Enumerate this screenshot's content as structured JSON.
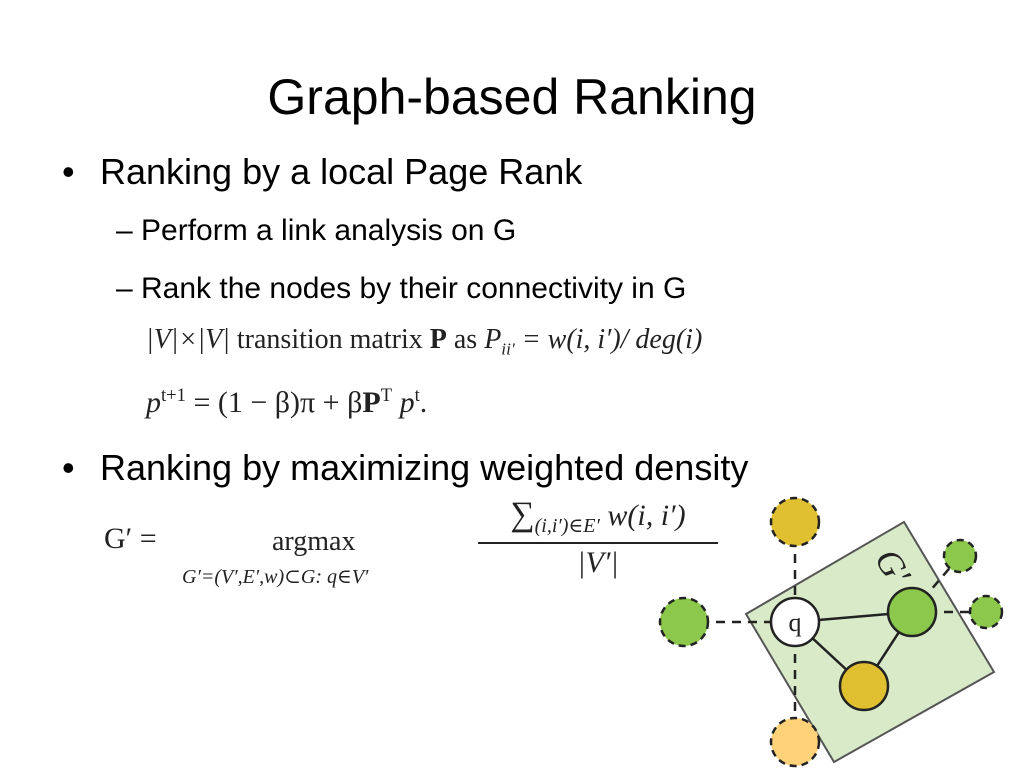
{
  "slide": {
    "title": "Graph-based Ranking",
    "bullets": [
      "Ranking by a local Page Rank",
      "Ranking by maximizing weighted density"
    ],
    "sub_bullets": [
      "– Perform a link analysis on G",
      "– Rank the nodes by their connectivity in G"
    ],
    "bullet_glyph": "•",
    "formula1": {
      "v1": "|V|×|V|",
      "text": "transition matrix",
      "P": "P",
      "as": "as",
      "lhs": "P",
      "lhs_sub": "ii′",
      "rhs": "= w(i, i′)/ deg(i)"
    },
    "formula2": {
      "p": "p",
      "sup1": "t+1",
      "mid": "= (1 − β)π + β",
      "P": "P",
      "supT": "T",
      "p2": "p",
      "sup2": "t",
      "end": "."
    },
    "formula3": {
      "lhs": "G′ =",
      "op": "argmax",
      "cond": "G′=(V′,E′,w)⊂G:  q∈V′",
      "sum": "∑",
      "sum_sub": "(i,i′)∈E′",
      "num_rest": "w(i, i′)",
      "den": "|V′|"
    },
    "graph": {
      "subgraph_label": "G′",
      "query_label": "q",
      "colors": {
        "box_fill": "#d8eac8",
        "box_stroke": "#555555",
        "green": "#8cc84b",
        "yellow": "#e0c030",
        "light_orange": "#ffd27a"
      }
    }
  }
}
